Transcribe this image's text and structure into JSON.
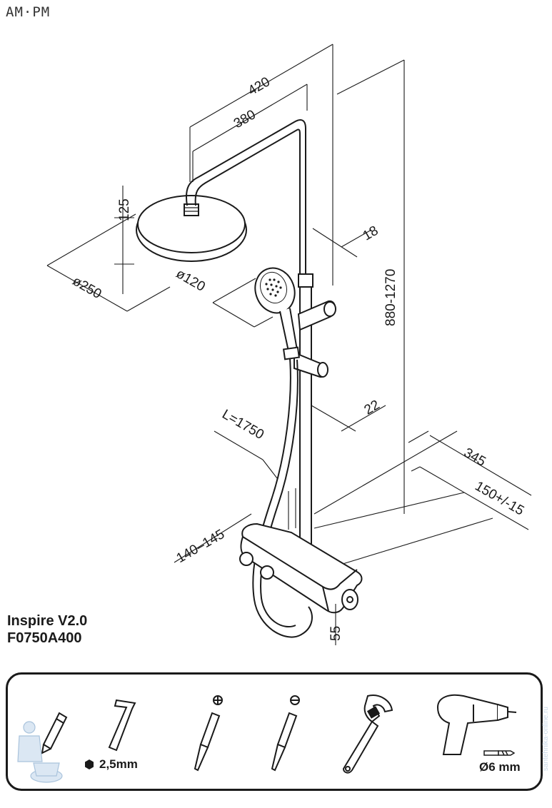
{
  "brand": {
    "logo": "AM·PM"
  },
  "product": {
    "series": "Inspire V2.0",
    "code": "F0750A400"
  },
  "dimensions": {
    "width_420": "420",
    "width_380": "380",
    "head_height": "125",
    "head_diameter": "ø250",
    "hand_diameter": "ø120",
    "pipe_18": "18",
    "height_range": "880-1270",
    "pipe_22": "22",
    "hose_length": "L=1750",
    "depth_345": "345",
    "spacing": "150+/-15",
    "range_140_145": "140–145",
    "base_55": "55"
  },
  "tools": {
    "hex_key_size": "2,5mm",
    "drill_size": "Ø6 mm",
    "icons": [
      "pencil-icon",
      "hex-key-icon",
      "phillips-screwdriver-icon",
      "flat-screwdriver-icon",
      "adjustable-wrench-icon",
      "drill-icon"
    ]
  },
  "watermark": {
    "text": "santehnika-online.ru"
  },
  "colors": {
    "line": "#1a1a1a",
    "watermark": "#c8d8e8"
  }
}
